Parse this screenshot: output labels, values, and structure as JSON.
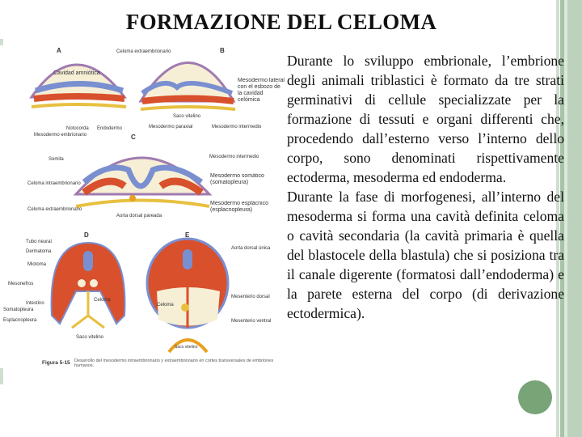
{
  "title": "FORMAZIONE DEL CELOMA",
  "paragraphs": [
    "Durante lo sviluppo embrionale, l’embrione degli animali triblastici è formato da tre strati germinativi di cellule specializzate per la formazione di tessuti e organi differenti che, procedendo dall’esterno verso l’interno dello corpo, sono denominati rispettivamente ectoderma, mesoderma ed endoderma.",
    "Durante la fase di morfogenesi, all’interno del mesoderma si forma una cavità definita celoma o cavità secondaria (la cavità primaria è quella del blastocele della blastula) che si posiziona tra il canale digerente (formatosi dall’endoderma) e la parete esterna del corpo (di derivazione ectodermica)."
  ],
  "figure": {
    "panels": [
      "A",
      "B",
      "C",
      "D",
      "E"
    ],
    "labels": {
      "celoma_extra": "Celoma extraembrionario",
      "cavidad_amniotica": "Cavidad amniótica",
      "notocorda": "Notocorda",
      "endodermo": "Endodermo",
      "mesodermo_embrionario": "Mesodermo embrionario",
      "mesodermo_lateral": "Mesodermo lateral con el esbozo de la cavidad celómica",
      "saco_vitelino": "Saco vitelino",
      "mesodermo_paraxial": "Mesodermo paraxial",
      "mesodermo_intermedio": "Mesodermo intermedio",
      "somita": "Somita",
      "celoma_intra": "Celoma intraembrionario",
      "mesodermo_somatico": "Mesodermo somático (somatopleura)",
      "mesodermo_esplacnico": "Mesodermo esplácnico (esplacnopleura)",
      "aorta_pareada": "Aorta dorsal pareada",
      "tubo_neural": "Tubo neural",
      "dermatoma": "Dermatoma",
      "miotoma": "Miotoma",
      "mesonefros": "Mesonefros",
      "intestino": "Intestino",
      "somatopleura": "Somatopleura",
      "esplacnopleura": "Esplacnopleura",
      "celoma": "Celoma",
      "aorta_unica": "Aorta dorsal única",
      "mesenterio_dorsal": "Mesenterio dorsal",
      "mesenterio_ventral": "Mesenterio ventral"
    },
    "caption_bold": "Figura 5-15",
    "caption": "Desarrollo del mesodermo intraembrionario y extraembrionario en cortes transversales de embriones humanos."
  },
  "colors": {
    "stripe_dark": "#a9c3a9",
    "stripe_light": "#cfdfcf",
    "circle": "#6a9a6a",
    "ectoderm": "#7a8fd0",
    "mesoderm": "#d8502c",
    "endoderm": "#e8c040",
    "amnion": "#f6efd6"
  }
}
